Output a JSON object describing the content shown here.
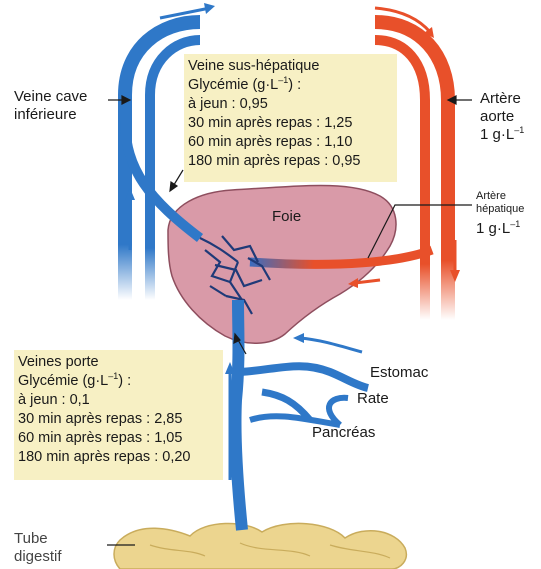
{
  "diagram": {
    "colors": {
      "vein_blue": "#2f78c8",
      "artery_red": "#e8502a",
      "liver_pink": "#d99aa8",
      "box_yellow": "#f7f0c4",
      "intestine_beige": "#ecd58f"
    },
    "labels": {
      "vena_cava_1": "Veine cave",
      "vena_cava_2": "inférieure",
      "aorta_1": "Artère",
      "aorta_2": "aorte",
      "aorta_conc": "1 g·L",
      "aorta_exp": "–1",
      "hepatic_artery_1": "Artère",
      "hepatic_artery_2": "hépatique",
      "hepatic_artery_conc": "1 g·L",
      "hepatic_artery_exp": "–1",
      "liver": "Foie",
      "stomach": "Estomac",
      "spleen": "Rate",
      "pancreas": "Pancréas",
      "intestine_1": "Tube",
      "intestine_2": "digestif"
    },
    "hepatic_vein_box": {
      "title": "Veine sus-hépatique",
      "glycemia_prefix": "Glycémie (g·L",
      "glycemia_exp": "–1",
      "glycemia_suffix": ") :",
      "rows": [
        "à jeun : 0,95",
        "30 min après repas : 1,25",
        "60 min après repas : 1,10",
        "180 min après repas : 0,95"
      ]
    },
    "portal_vein_box": {
      "title": "Veines porte",
      "glycemia_prefix": "Glycémie (g·L",
      "glycemia_exp": "–1",
      "glycemia_suffix": ") :",
      "rows": [
        "à jeun : 0,1",
        "30 min après repas : 2,85",
        "60 min après repas : 1,05",
        "180 min après repas : 0,20"
      ]
    }
  }
}
